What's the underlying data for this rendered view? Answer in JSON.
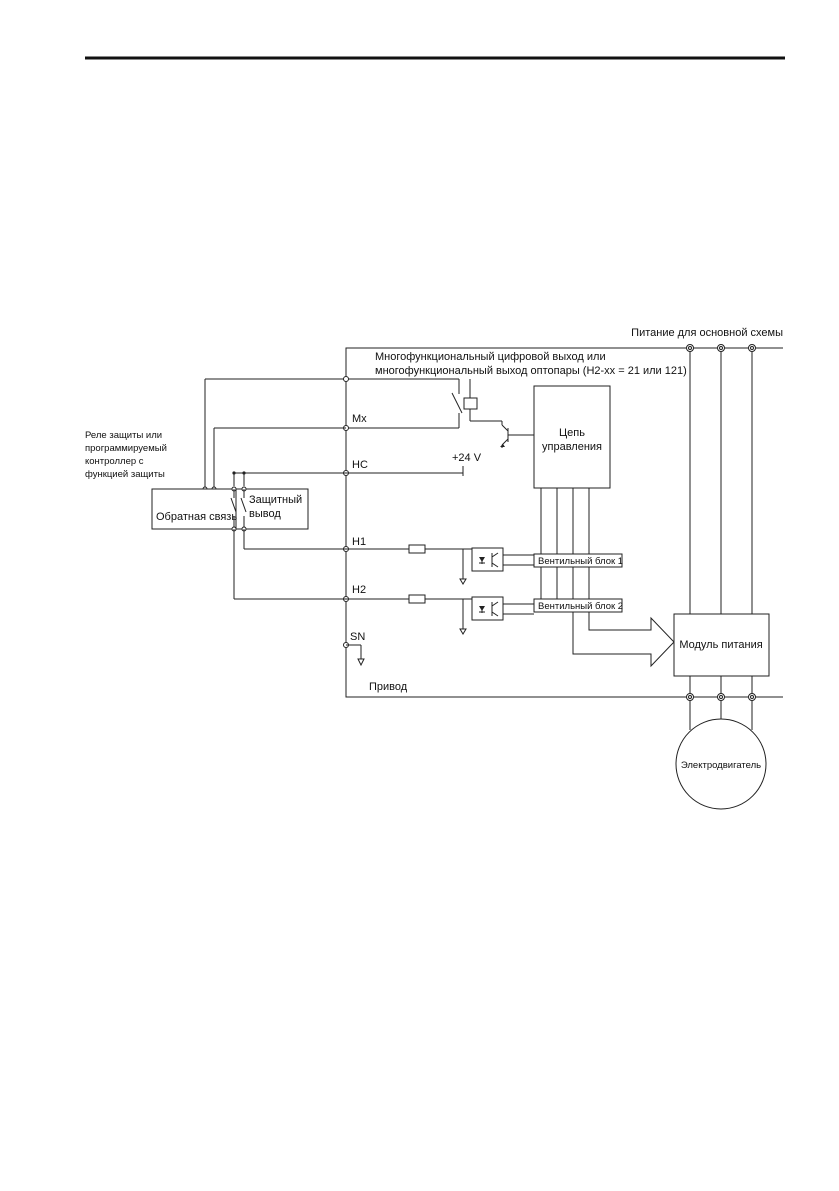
{
  "diagram": {
    "main_power_label": "Питание для основной схемы",
    "multifunction_output_line1": "Многофункциональный цифровой выход или",
    "multifunction_output_line2": "многофункциональный выход оптопары (H2-xx = 21 или 121)",
    "relay_label_lines": [
      "Реле защиты или",
      "программируемый",
      "контроллер с",
      "функцией защиты"
    ],
    "feedback_label": "Обратная связь",
    "safety_output_line1": "Защитный",
    "safety_output_line2": "вывод",
    "terminal_mx": "Mx",
    "terminal_hc": "HC",
    "supply_24v": "+24 V",
    "terminal_h1": "H1",
    "terminal_h2": "H2",
    "terminal_sn": "SN",
    "control_circuit_line1": "Цепь",
    "control_circuit_line2": "управления",
    "gate_block_1": "Вентильный блок 1",
    "gate_block_2": "Вентильный блок 2",
    "power_module": "Модуль питания",
    "drive_label": "Привод",
    "motor_label": "Электродвигатель"
  }
}
